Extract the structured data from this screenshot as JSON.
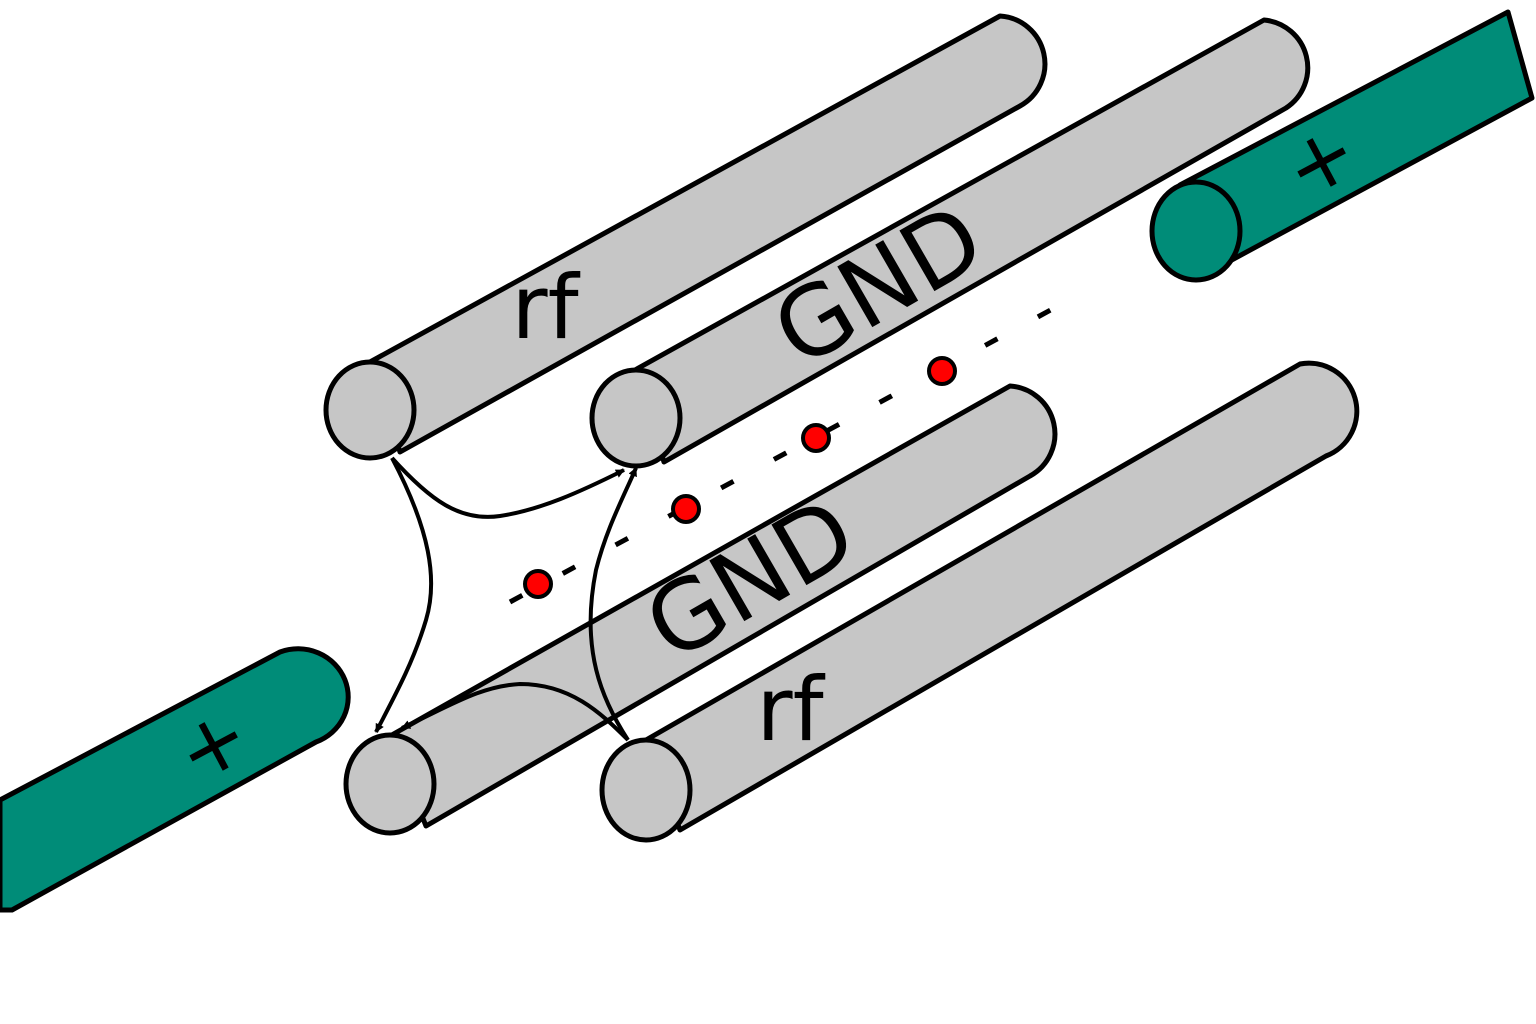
{
  "diagram": {
    "labels": {
      "rf_top": "rf",
      "rf_bottom": "rf",
      "gnd_top": "GND",
      "gnd_bottom": "GND",
      "endcap_right": "+",
      "endcap_left": "+"
    },
    "ion_count": 4,
    "colors": {
      "rod": "#c6c6c6",
      "endcap": "#008c78",
      "ion": "#ff0000",
      "outline": "#000000"
    }
  }
}
